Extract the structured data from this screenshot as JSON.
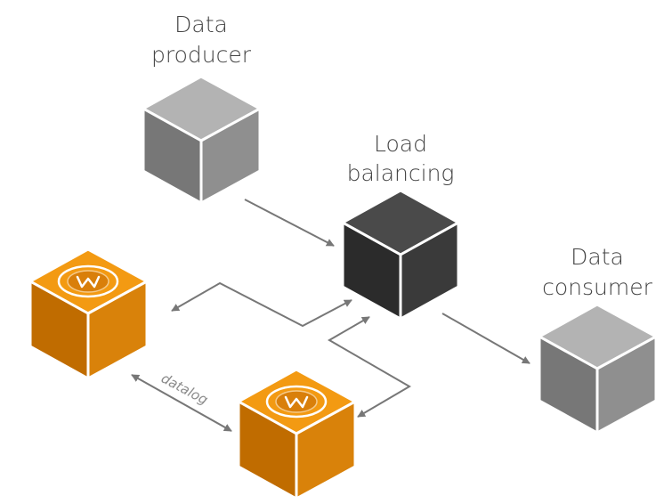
{
  "labels": {
    "producer_line1": "Data",
    "producer_line2": "producer",
    "balancer_line1": "Load",
    "balancer_line2": "balancing",
    "consumer_line1": "Data",
    "consumer_line2": "consumer",
    "datalog": "datalog"
  },
  "nodes": [
    {
      "id": "data-producer",
      "kind": "cube",
      "color": "#8c8c8c"
    },
    {
      "id": "load-balancer",
      "kind": "cube",
      "color": "#3a3a3a"
    },
    {
      "id": "data-consumer",
      "kind": "cube",
      "color": "#8c8c8c"
    },
    {
      "id": "server-1",
      "kind": "cube-with-w-logo",
      "color": "#e8940f"
    },
    {
      "id": "server-2",
      "kind": "cube-with-w-logo",
      "color": "#e8940f"
    }
  ],
  "edges": [
    {
      "from": "data-producer",
      "to": "load-balancer"
    },
    {
      "from": "load-balancer",
      "to": "data-consumer"
    },
    {
      "from": "load-balancer",
      "to": "server-1",
      "bidirectional": true
    },
    {
      "from": "load-balancer",
      "to": "server-2",
      "bidirectional": true
    },
    {
      "from": "server-1",
      "to": "server-2",
      "bidirectional": true,
      "label": "datalog"
    }
  ],
  "colors": {
    "arrow": "#777777",
    "orange_top": "#f39a12",
    "orange_left": "#c06c00",
    "orange_right": "#d9820a",
    "gray_top": "#b3b3b3",
    "gray_left": "#777777",
    "gray_right": "#8f8f8f",
    "dark_top": "#4a4a4a",
    "dark_left": "#2b2b2b",
    "dark_right": "#3a3a3a"
  }
}
